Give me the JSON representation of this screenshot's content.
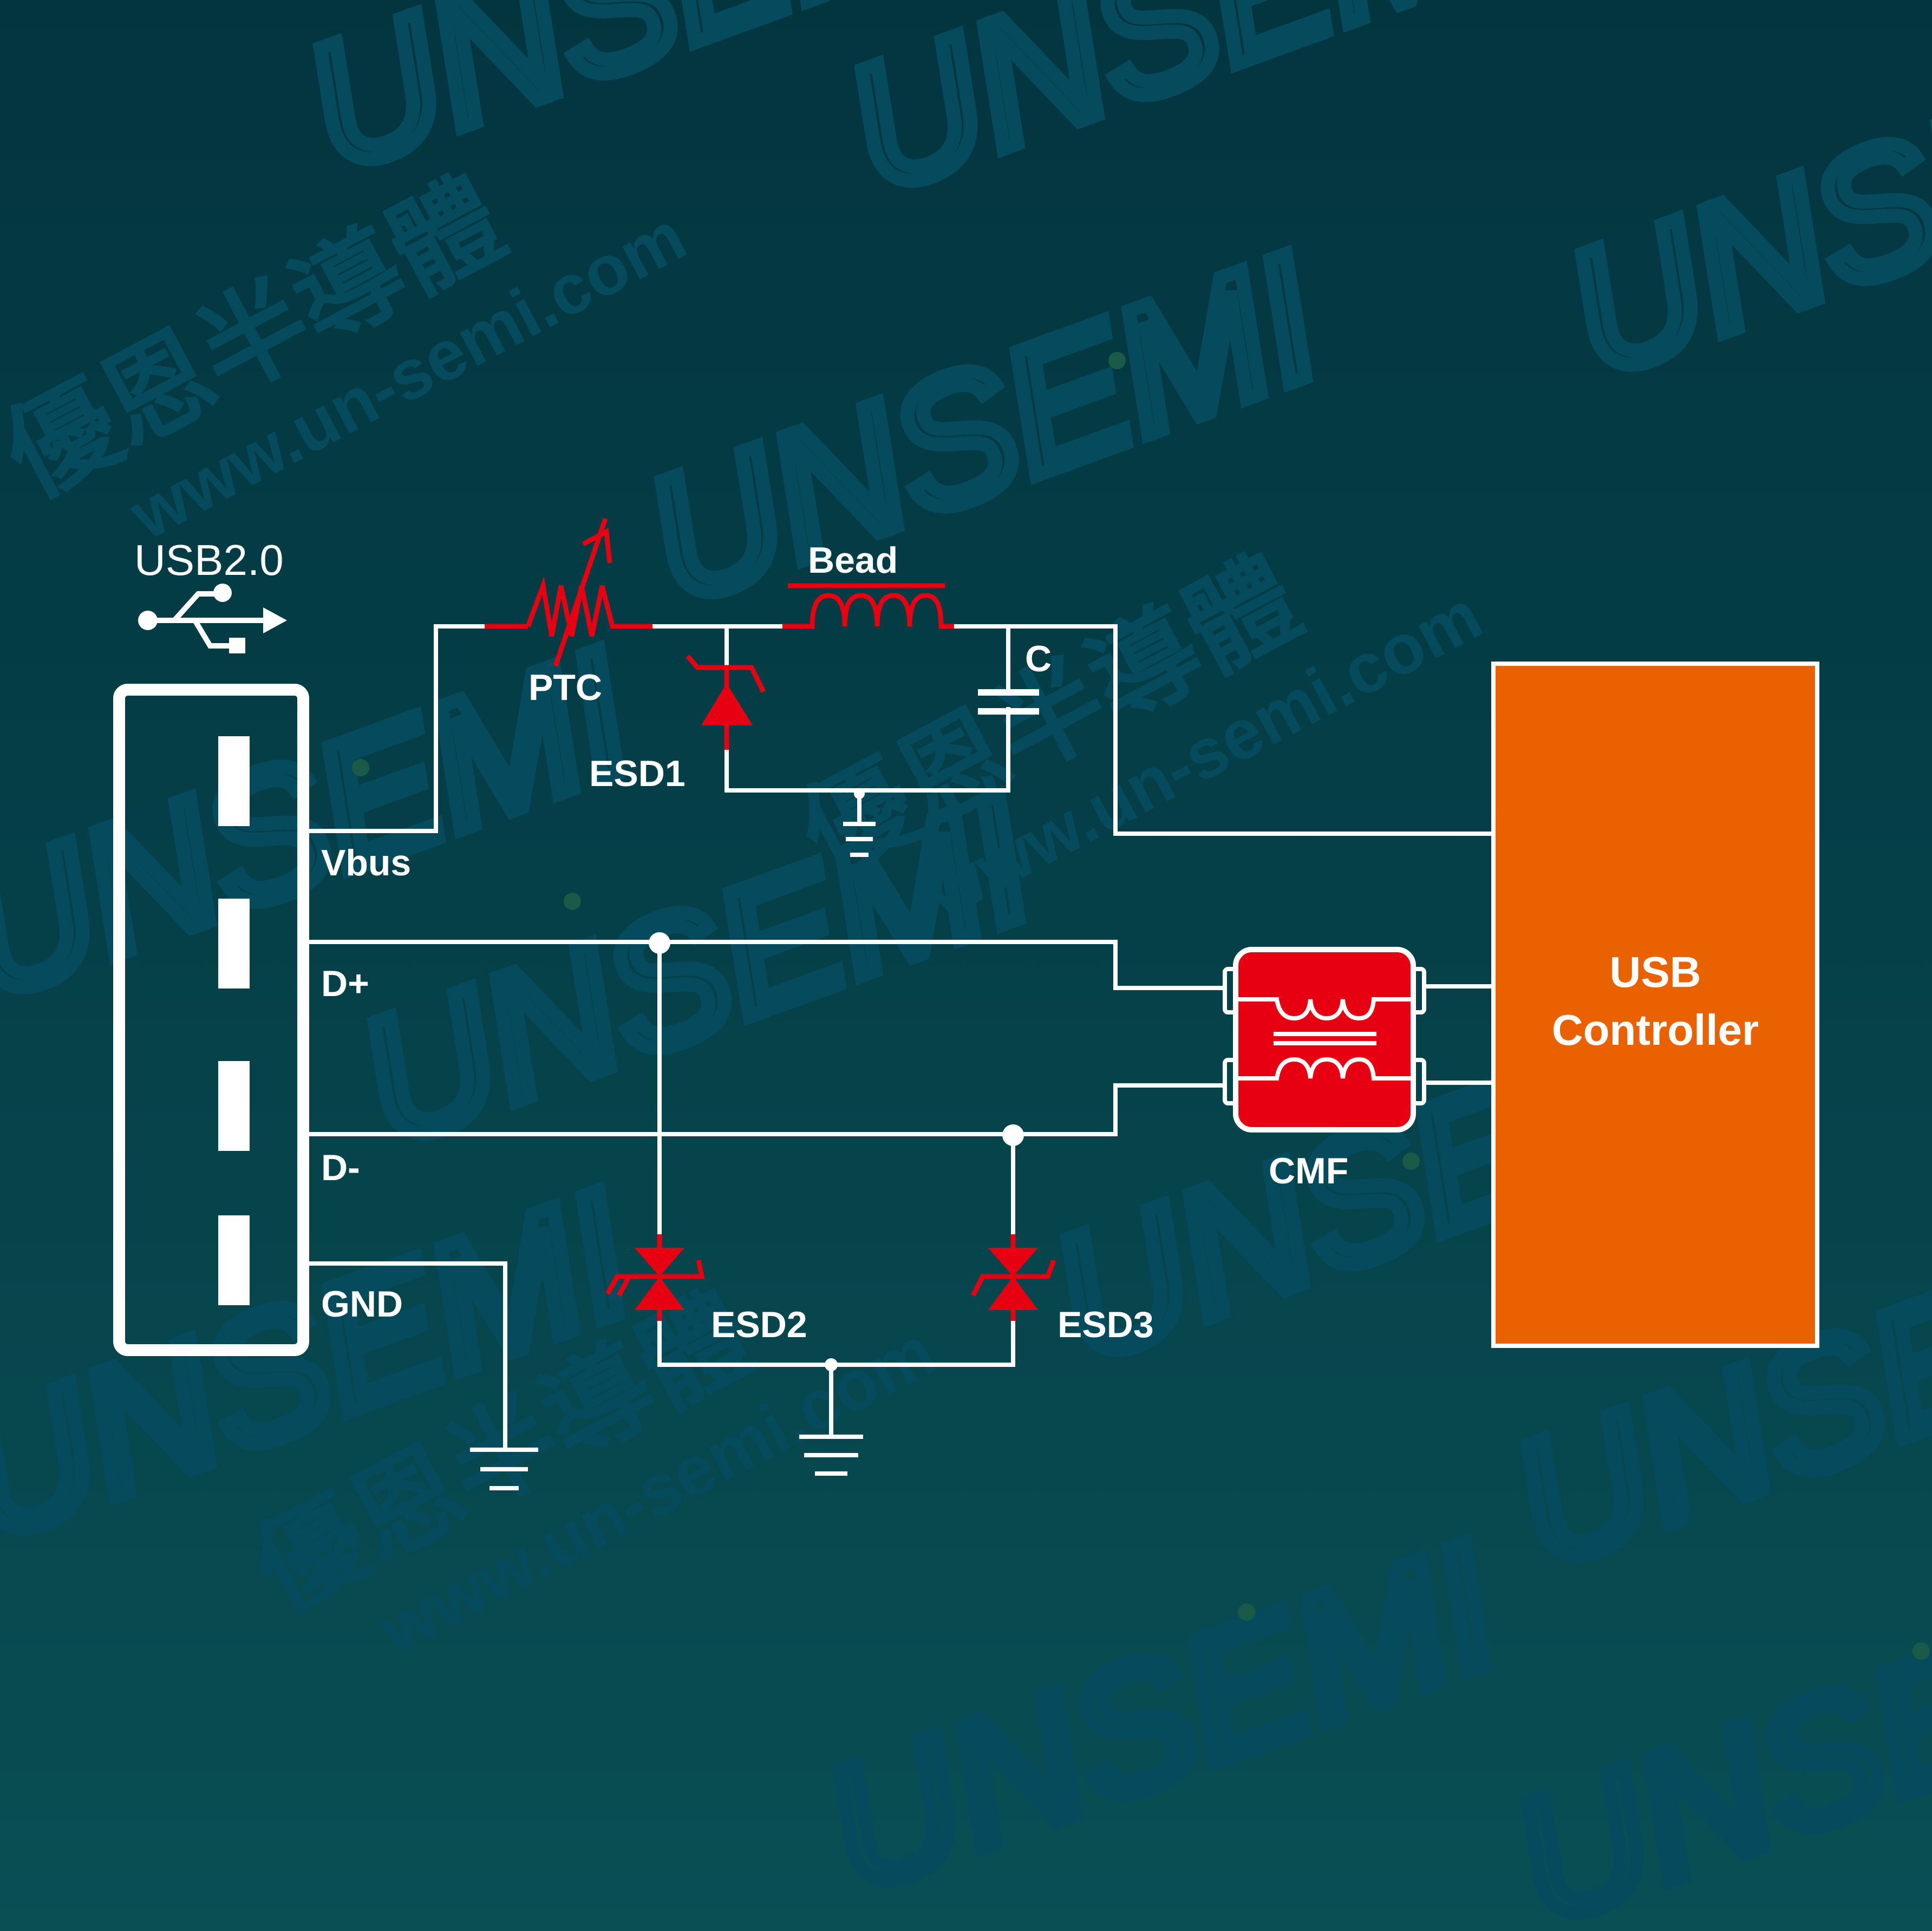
{
  "watermark": {
    "brand_logo": "UNSEMI",
    "company_name_cn": "優恩半導體",
    "website": "www.un-semi.com"
  },
  "colors": {
    "background_top": "#03353f",
    "background_bottom": "#094f54",
    "wire": "#ffffff",
    "component_red": "#e60012",
    "controller_orange": "#e96100",
    "watermark": "#064a5e"
  },
  "connector": {
    "title": "USB2.0",
    "icon": "usb-icon",
    "pins": [
      {
        "label": "Vbus"
      },
      {
        "label": "D+"
      },
      {
        "label": "D-"
      },
      {
        "label": "GND"
      }
    ]
  },
  "components": {
    "ptc": {
      "label": "PTC"
    },
    "bead": {
      "label": "Bead"
    },
    "capacitor": {
      "label": "C"
    },
    "esd1": {
      "label": "ESD1"
    },
    "esd2": {
      "label": "ESD2"
    },
    "esd3": {
      "label": "ESD3"
    },
    "cmf": {
      "label": "CMF"
    }
  },
  "controller": {
    "line1": "USB",
    "line2": "Controller"
  }
}
